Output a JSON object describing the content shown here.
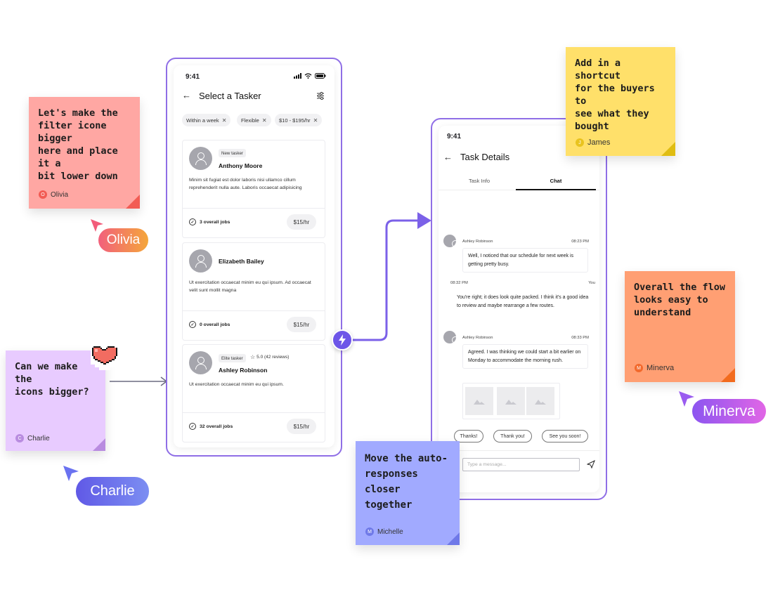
{
  "notes": {
    "olivia": {
      "text": "Let's make the\nfilter  icone bigger\nhere and place it a\nbit lower down",
      "author": "Olivia",
      "initial": "O",
      "color": "#ffa7a3",
      "dot": "#f25c54"
    },
    "charlie": {
      "text": "Can we make the\nicons bigger?",
      "author": "Charlie",
      "initial": "C",
      "color": "#e8cbff",
      "dot": "#b98ce0"
    },
    "james": {
      "text": "Add in a shortcut\nfor the buyers to\nsee what they\nbought",
      "author": "James",
      "initial": "J",
      "color": "#ffe06a",
      "dot": "#e9c31e"
    },
    "minerva": {
      "text": "Overall the flow\nlooks easy to\nunderstand",
      "author": "Minerva",
      "initial": "M",
      "color": "#ff9f73",
      "dot": "#f2692c"
    },
    "michelle": {
      "text": "Move the auto-\nresponses closer\ntogether",
      "author": "Michelle",
      "initial": "M",
      "color": "#a1aaff",
      "dot": "#6f79e8"
    }
  },
  "cursors": {
    "olivia": "Olivia",
    "charlie": "Charlie",
    "minerva": "Minerva"
  },
  "phone1": {
    "time": "9:41",
    "title": "Select a Tasker",
    "chips": [
      {
        "label": "Within a week"
      },
      {
        "label": "Flexible"
      },
      {
        "label": "$10 - $195/hr"
      }
    ],
    "cards": [
      {
        "badge": "New tasker",
        "name": "Anthony Moore",
        "desc": "Minim sit fugiat est dolor laboris nisi ullamco cillum reprehenderit nulla aute. Laboris occaecat adipisicing",
        "jobs": "3 overall jobs",
        "rate": "$15/hr"
      },
      {
        "name": "Elizabeth Bailey",
        "desc": "Ut exercitation occaecat minim eu qui ipsum. Ad occaecat velit sunt mollit magna",
        "jobs": "0 overall jobs",
        "rate": "$15/hr"
      },
      {
        "badge": "Elite tasker",
        "rating": "5.0 (42 reviews)",
        "name": "Ashley Robinson",
        "desc": "Ut exercitation occaecat minim eu qui ipsum.",
        "jobs": "32 overall jobs",
        "rate": "$15/hr"
      }
    ]
  },
  "phone2": {
    "time": "9:41",
    "title": "Task Details",
    "tabs": {
      "info": "Task Info",
      "chat": "Chat"
    },
    "messages": [
      {
        "sender": "Ashley Robinson",
        "time": "08:23 PM",
        "text": "Well, I noticed that our schedule for next week is getting pretty busy."
      },
      {
        "sender": "You",
        "time": "08:32 PM",
        "text": "You're right; it does look quite packed. I think it's a good idea to review and maybe rearrange a few routes."
      },
      {
        "sender": "Ashley Robinson",
        "time": "08:33 PM",
        "text": "Agreed. I was thinking we could start a bit earlier on Monday to accommodate the morning rush."
      }
    ],
    "quick_replies": [
      "Thanks!",
      "Thank you!",
      "See you soon!"
    ],
    "input_placeholder": "Type a message..."
  },
  "colors": {
    "frame": "#8f6ee6",
    "connector": "#7b61e8",
    "charlie_arrow": "#6b6b80"
  }
}
